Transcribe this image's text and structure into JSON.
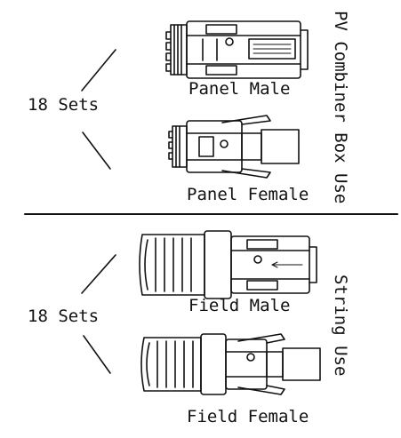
{
  "top_group": {
    "side_label": "PV Combiner Box Use",
    "count_label": "18 Sets",
    "items": [
      {
        "label": "Panel Male"
      },
      {
        "label": "Panel Female"
      }
    ]
  },
  "bottom_group": {
    "side_label": "String Use",
    "count_label": "18 Sets",
    "items": [
      {
        "label": "Field Male"
      },
      {
        "label": "Field Female"
      }
    ]
  }
}
